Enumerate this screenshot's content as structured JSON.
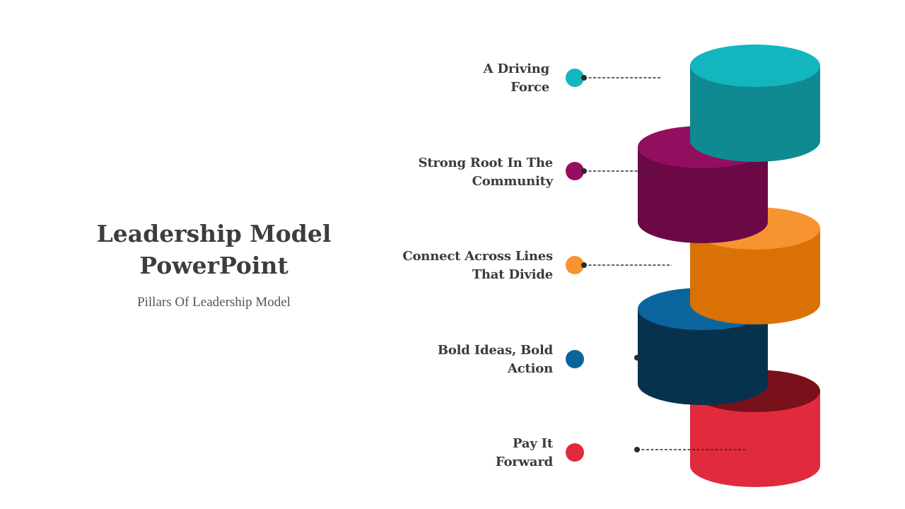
{
  "slide": {
    "title_line1": "Leadership Model",
    "title_line2": "PowerPoint",
    "subtitle": "Pillars Of Leadership Model"
  },
  "pillars": [
    {
      "line1": "A Driving",
      "line2": "Force",
      "color_top": "#13b6bf",
      "color_body": "#0e8a90"
    },
    {
      "line1": "Strong Root In The",
      "line2": "Community",
      "color_top": "#930e5e",
      "color_body": "#6c0845"
    },
    {
      "line1": "Connect  Across Lines",
      "line2": "That Divide",
      "color_top": "#f79431",
      "color_body": "#d97104"
    },
    {
      "line1": "Bold Ideas, Bold",
      "line2": "Action",
      "color_top": "#0b659d",
      "color_body": "#06324e"
    },
    {
      "line1": "Pay It",
      "line2": "Forward",
      "color_top": "#78111a",
      "color_body": "#e12b3d"
    }
  ],
  "colors": {
    "text": "#3b3b3b",
    "connector": "#2b2b2b"
  }
}
